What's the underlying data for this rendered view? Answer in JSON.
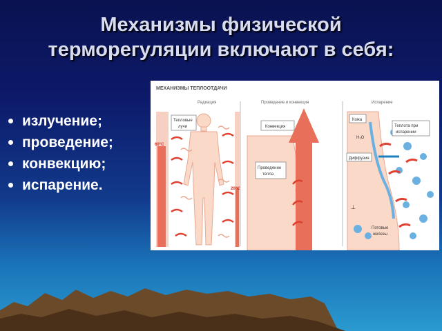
{
  "slide": {
    "title_line1": "Механизмы физической",
    "title_line2": "терморегуляции включают  в себя:",
    "bullets": [
      "излучение;",
      "проведение;",
      "конвекцию;",
      "испарение."
    ]
  },
  "figure": {
    "heading": "МЕХАНИЗМЫ ТЕПЛООТДАЧИ",
    "panel_radiation": "Радиация",
    "panel_conduction": "Проведение и конвекция",
    "panel_evaporation": "Испарение",
    "label_heat_rays_1": "Тепловые",
    "label_heat_rays_2": "лучи",
    "label_convection": "Конвекция",
    "label_conduction_1": "Проведение",
    "label_conduction_2": "тепла",
    "label_skin": "Кожа",
    "label_h2o": "Н₂О",
    "label_diffusion": "Диффузия",
    "label_evap_heat_1": "Теплота при",
    "label_evap_heat_2": "испарении",
    "label_sweat_1": "Потовые",
    "label_sweat_2": "железы",
    "temp_high": "60°C",
    "temp_low": "20°C",
    "sweat_symbol": "⊥",
    "colors": {
      "warm": "#e8705a",
      "arrow": "#e04030",
      "water": "#6ab0e0",
      "bg_blue": "#0d1a6a"
    }
  }
}
